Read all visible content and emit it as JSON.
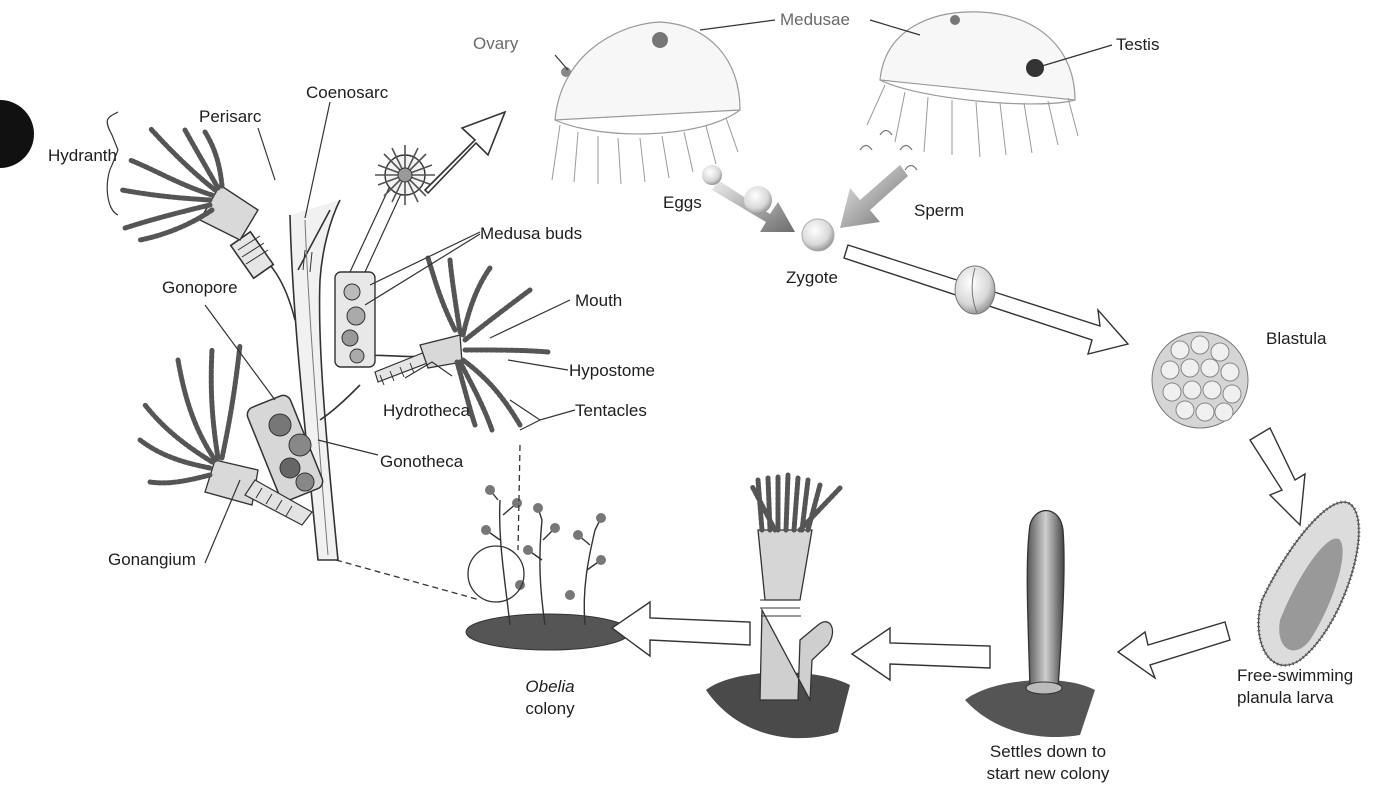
{
  "labels": {
    "hydranth": "Hydranth",
    "perisarc": "Perisarc",
    "coenosarc": "Coenosarc",
    "ovary": "Ovary",
    "medusae": "Medusae",
    "testis": "Testis",
    "medusa_buds": "Medusa buds",
    "gonopore": "Gonopore",
    "mouth": "Mouth",
    "hypostome": "Hypostome",
    "hydrotheca": "Hydrotheca",
    "tentacles": "Tentacles",
    "gonotheca": "Gonotheca",
    "gonangium": "Gonangium",
    "eggs": "Eggs",
    "sperm": "Sperm",
    "zygote": "Zygote",
    "blastula": "Blastula",
    "planula_line1": "Free-swimming",
    "planula_line2": "planula larva",
    "settles_line1": "Settles down to",
    "settles_line2": "start new colony",
    "obelia_genus": "Obelia",
    "obelia_word": "colony"
  }
}
